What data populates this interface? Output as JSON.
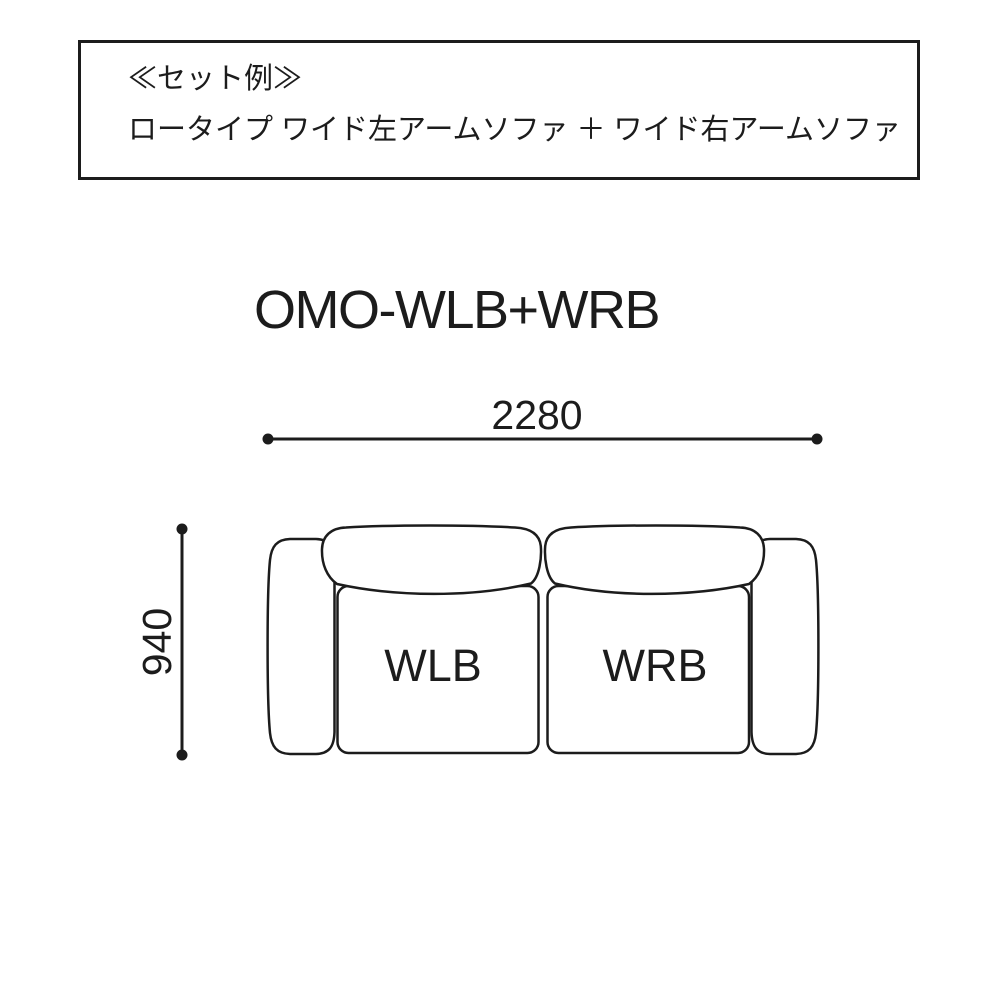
{
  "colors": {
    "line": "#1c1c1c",
    "background": "#ffffff"
  },
  "header_box": {
    "heading": "≪セット例≫",
    "description": "ロータイプ ワイド左アームソファ ＋ ワイド右アームソファ"
  },
  "diagram": {
    "model_code": "OMO-WLB+WRB",
    "overall_width_mm": "2280",
    "overall_depth_mm": "940",
    "left_unit_label": "WLB",
    "right_unit_label": "WRB"
  }
}
